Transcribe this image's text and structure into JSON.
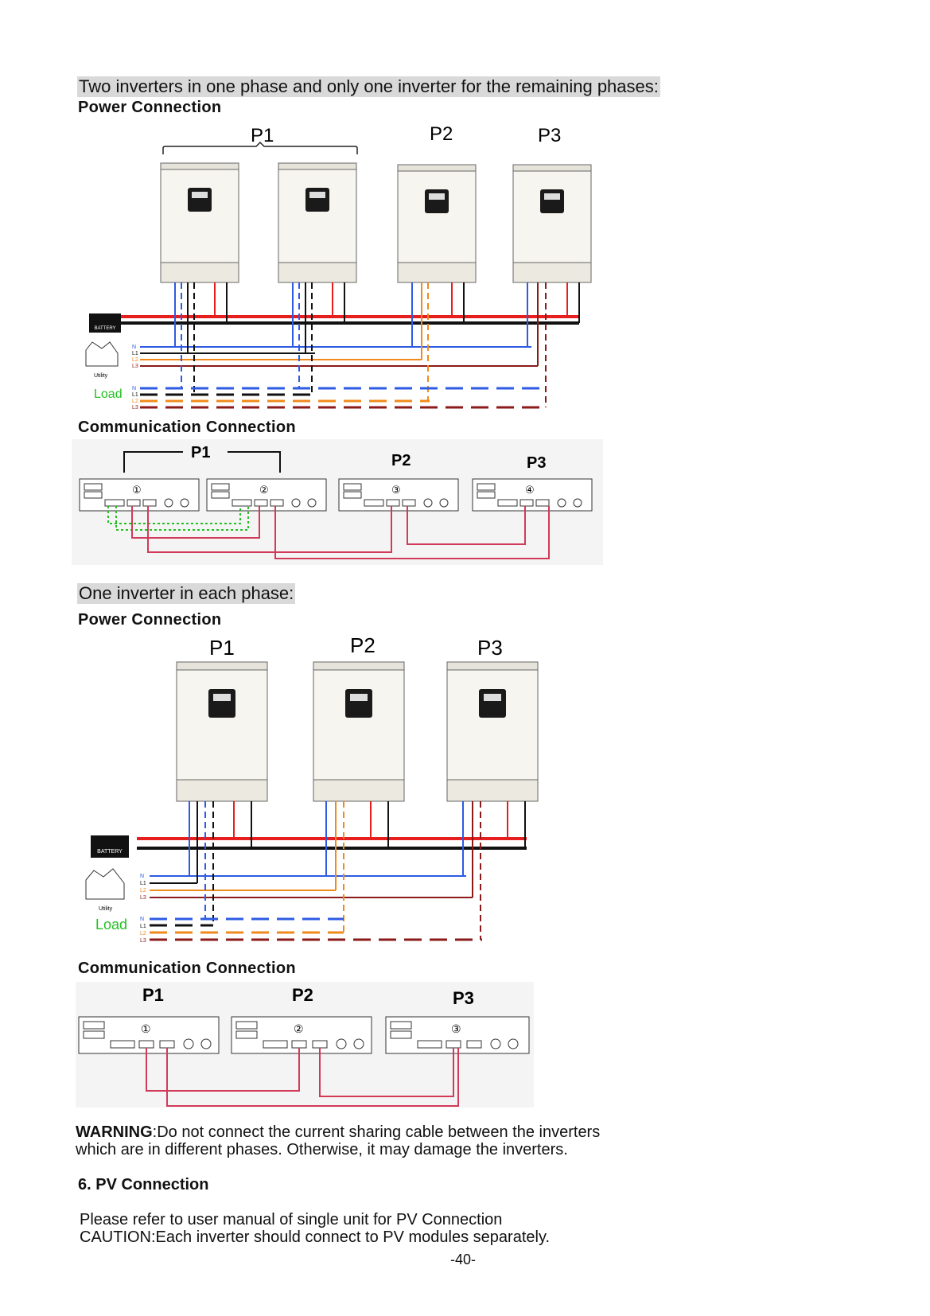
{
  "section1": {
    "title": "Two inverters in one phase and only one inverter for the remaining phases:",
    "power_heading": "Power Connection",
    "phase_labels": [
      "P1",
      "P2",
      "P3"
    ],
    "battery_label": "BATTERY",
    "utility_label": "Utility",
    "load_label": "Load",
    "line_labels": [
      "N",
      "L1",
      "L2",
      "L3"
    ],
    "comm_heading": "Communication Connection",
    "comm_phase_labels": [
      "P1",
      "P2",
      "P3"
    ],
    "comm_unit_numbers": [
      "①",
      "②",
      "③",
      "④"
    ]
  },
  "section2": {
    "title": "One inverter in each phase:",
    "power_heading": "Power Connection",
    "phase_labels": [
      "P1",
      "P2",
      "P3"
    ],
    "battery_label": "BATTERY",
    "utility_label": "Utility",
    "load_label": "Load",
    "line_labels": [
      "N",
      "L1",
      "L2",
      "L3"
    ],
    "comm_heading": "Communication Connection",
    "comm_phase_labels": [
      "P1",
      "P2",
      "P3"
    ],
    "comm_unit_numbers": [
      "①",
      "②",
      "③"
    ]
  },
  "warning": {
    "label": "WARNING",
    "text": ":Do not  connect the current sharing cable between the inverters",
    "text2": "which are in different phases. Otherwise, it may damage the inverters."
  },
  "pv": {
    "heading": "6. PV  Connection",
    "line1": "Please refer to user manual of single unit for PV Connection",
    "line2": "CAUTION:Each inverter should connect to PV modules separately."
  },
  "page_number": "-40-",
  "colors": {
    "neutral": "#2d5be3",
    "l1": "#111111",
    "l2": "#f08a1c",
    "l3": "#8b1a1a",
    "battery_pos": "#e61e1e",
    "comm_green": "#22c022",
    "comm_red": "#d23a5a",
    "load_green": "#22c022"
  }
}
